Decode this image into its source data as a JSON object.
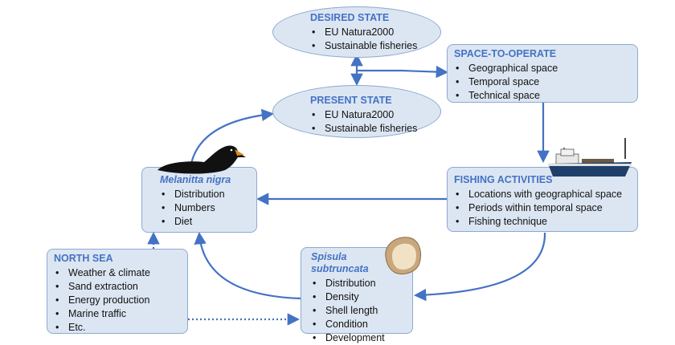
{
  "desired_state": {
    "title": "DESIRED STATE",
    "items": [
      "EU Natura2000",
      "Sustainable fisheries"
    ]
  },
  "present_state": {
    "title": "PRESENT STATE",
    "items": [
      "EU Natura2000",
      "Sustainable fisheries"
    ]
  },
  "space_to_operate": {
    "title": "SPACE-TO-OPERATE",
    "items": [
      "Geographical space",
      "Temporal space",
      "Technical space"
    ]
  },
  "fishing_activities": {
    "title": "FISHING ACTIVITIES",
    "items": [
      "Locations with geographical space",
      "Periods within temporal space",
      "Fishing technique"
    ]
  },
  "melanitta": {
    "title": "Melanitta nigra",
    "items": [
      "Distribution",
      "Numbers",
      "Diet"
    ]
  },
  "spisula": {
    "title": "Spisula subtruncata",
    "items": [
      "Distribution",
      "Density",
      "Shell length",
      "Condition",
      "Development"
    ]
  },
  "north_sea": {
    "title": "NORTH SEA",
    "items": [
      "Weather & climate",
      "Sand extraction",
      "Energy production",
      "Marine traffic",
      "Etc."
    ]
  },
  "colors": {
    "node_fill": "#dce6f2",
    "node_border": "#8da9d0",
    "title": "#4472c4",
    "arrow": "#4472c4"
  },
  "images": [
    "duck-illustration",
    "ship-illustration",
    "shell-illustration"
  ]
}
